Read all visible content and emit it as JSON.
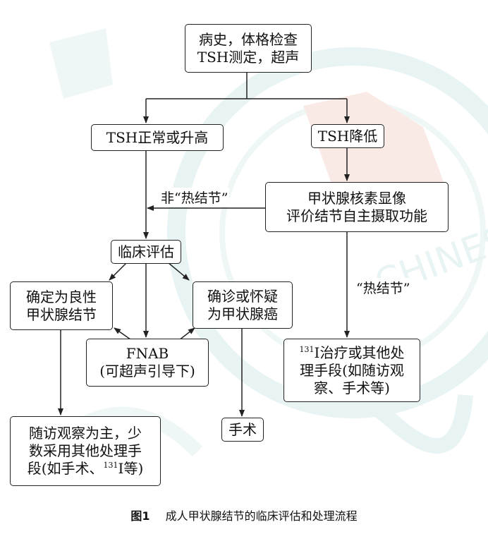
{
  "nodes": {
    "history": {
      "lines": [
        "病史，体格检查",
        "TSH测定，超声"
      ]
    },
    "tsh_normal": {
      "lines": [
        "TSH正常或升高"
      ]
    },
    "tsh_low": {
      "lines": [
        "TSH降低"
      ]
    },
    "nuclear": {
      "lines": [
        "甲状腺核素显像",
        "评价结节自主摄取功能"
      ]
    },
    "clinical": {
      "lines": [
        "临床评估"
      ]
    },
    "benign": {
      "lines": [
        "确定为良性",
        "甲状腺结节"
      ]
    },
    "malignant": {
      "lines": [
        "确诊或怀疑",
        "为甲状腺癌"
      ]
    },
    "fnab": {
      "lines": [
        "FNAB",
        "(可超声引导下)"
      ]
    },
    "i131": {
      "sup": "131",
      "line1_rest": "I治疗或其他处",
      "line2": "理手段(如随访观",
      "line3": "察、手术等)"
    },
    "followup": {
      "line1": "随访观察为主，少",
      "line2": "数采用其他处理手",
      "line3_pre": "段(如手术、",
      "line3_sup": "131",
      "line3_post": "I等)"
    },
    "surgery": {
      "lines": [
        "手术"
      ]
    }
  },
  "edge_labels": {
    "non_hot": "非“热结节”",
    "hot": "“热结节”"
  },
  "caption": {
    "figure": "图1",
    "text": "成人甲状腺结节的临床评估和处理流程"
  },
  "colors": {
    "line": "#222222",
    "watermark": "#d6ebea",
    "watermark_red": "#f6d9d2"
  },
  "watermark": {
    "kind": "journal-seal",
    "text": "CHINESE MEDICINE"
  }
}
